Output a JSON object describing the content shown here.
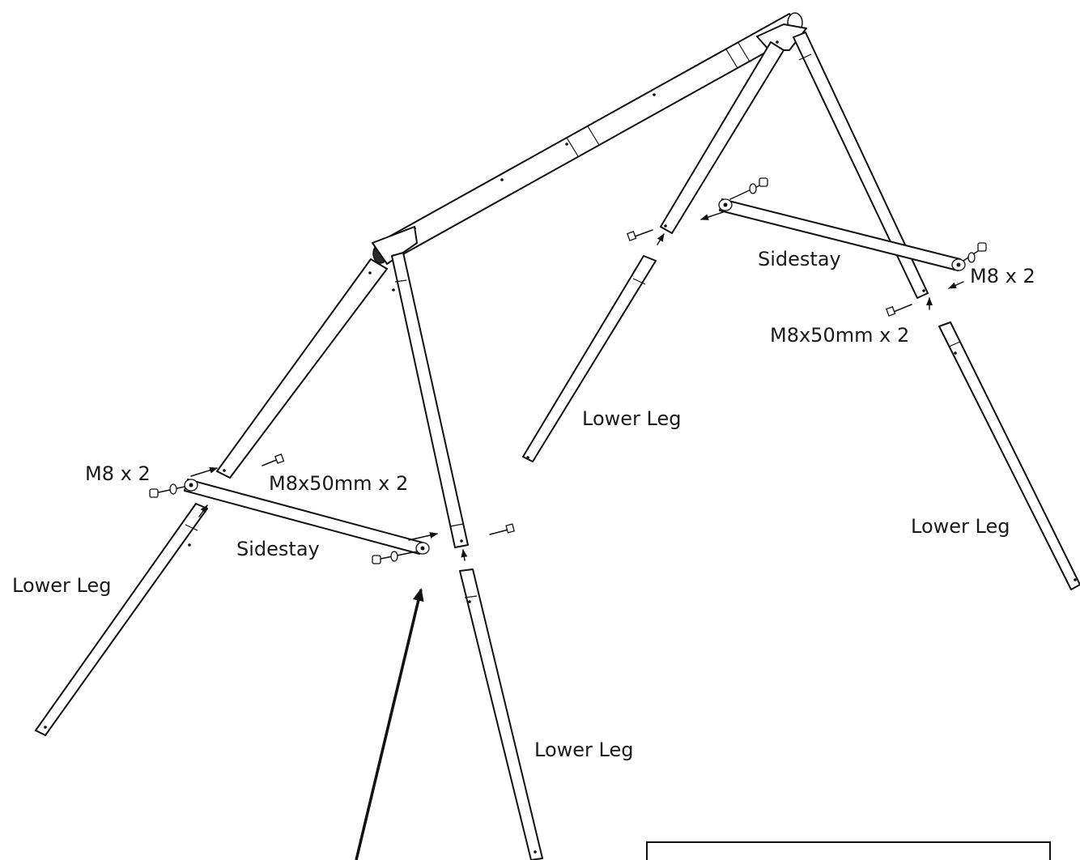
{
  "labels": {
    "lower_leg_left": "Lower Leg",
    "lower_leg_front_left": "Lower Leg",
    "lower_leg_back_left": "Lower Leg",
    "lower_leg_right": "Lower Leg",
    "sidestay_left": "Sidestay",
    "sidestay_right": "Sidestay",
    "bolt_left": "M8x50mm x 2",
    "bolt_right": "M8x50mm x 2",
    "nut_left": "M8 x 2",
    "nut_right": "M8 x 2"
  }
}
